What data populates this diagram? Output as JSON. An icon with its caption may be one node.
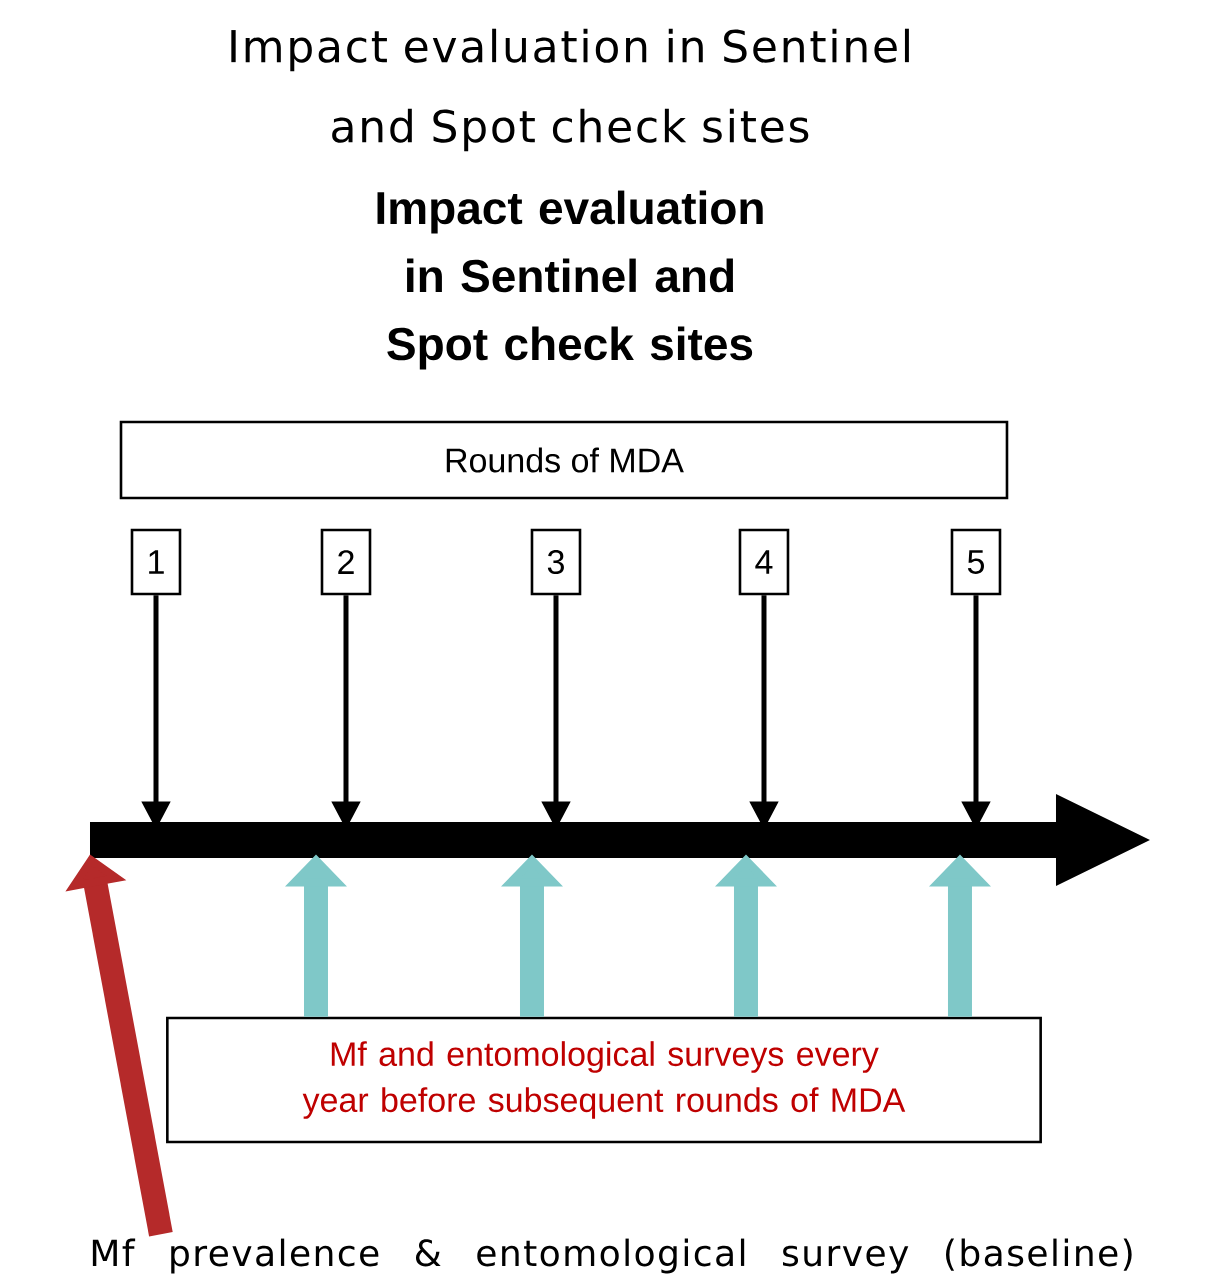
{
  "diagram": {
    "title": "Impact evaluation in Sentinel and Spot check sites",
    "nodes": [
      {
        "text": [
          "Rounds of MDA"
        ]
      },
      {
        "text": [
          "1"
        ]
      },
      {
        "text": [
          "2"
        ]
      },
      {
        "text": [
          "3"
        ]
      },
      {
        "text": [
          "4"
        ]
      },
      {
        "text": [
          "5"
        ]
      },
      {
        "text": [],
        "shape": "arrow"
      },
      {
        "text": [
          "Mf and entomological surveys every year before subsequent rounds of MDA"
        ]
      },
      {
        "text": [
          "Mf prevalence & entomological survey (baseline)"
        ]
      }
    ],
    "edges": [
      {
        "from": 1,
        "to": 6,
        "arrow": "to"
      },
      {
        "from": 2,
        "to": 6,
        "arrow": "to"
      },
      {
        "from": 3,
        "to": 6,
        "arrow": "to"
      },
      {
        "from": 4,
        "to": 6,
        "arrow": "to"
      },
      {
        "from": 5,
        "to": 6,
        "arrow": "to"
      },
      {
        "from": 7,
        "to": 6,
        "arrow": "to",
        "style": "thick",
        "color": "#7fc8c8"
      },
      {
        "from": 7,
        "to": 6,
        "arrow": "to",
        "style": "thick",
        "color": "#7fc8c8"
      },
      {
        "from": 7,
        "to": 6,
        "arrow": "to",
        "style": "thick",
        "color": "#7fc8c8"
      },
      {
        "from": 7,
        "to": 6,
        "arrow": "to",
        "style": "thick",
        "color": "#7fc8c8"
      },
      {
        "from": 8,
        "to": 6,
        "arrow": "to",
        "style": "thick",
        "color": "#b52a2a"
      }
    ],
    "labels": [
      "Impact evaluation in Sentinel and Spot check sites"
    ]
  }
}
